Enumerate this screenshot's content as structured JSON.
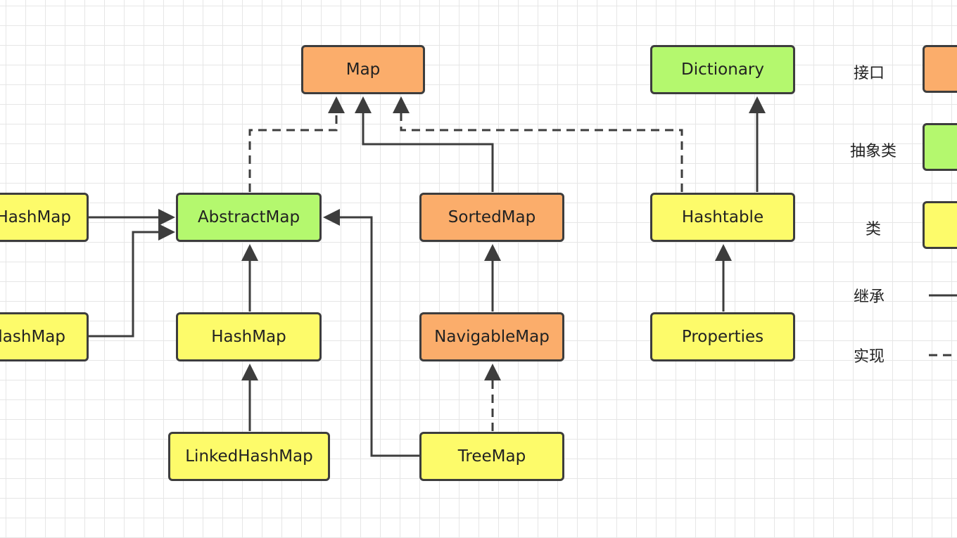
{
  "nodes": {
    "map": "Map",
    "dictionary": "Dictionary",
    "abstract_map": "AbstractMap",
    "sorted_map": "SortedMap",
    "hashtable": "Hashtable",
    "hash_map": "HashMap",
    "navigable_map": "NavigableMap",
    "properties": "Properties",
    "linked_hash_map": "LinkedHashMap",
    "tree_map": "TreeMap",
    "left_top_partial": "HashMap",
    "left_bottom_partial": "lashMap"
  },
  "legend": {
    "interface": "接口",
    "abstract_class": "抽象类",
    "class": "类",
    "inheritance": "继承",
    "implementation": "实现"
  },
  "colors": {
    "interface": "#fbad6b",
    "abstract_class": "#b4f86e",
    "class": "#fdfb6a",
    "line": "#3d3d3d"
  }
}
